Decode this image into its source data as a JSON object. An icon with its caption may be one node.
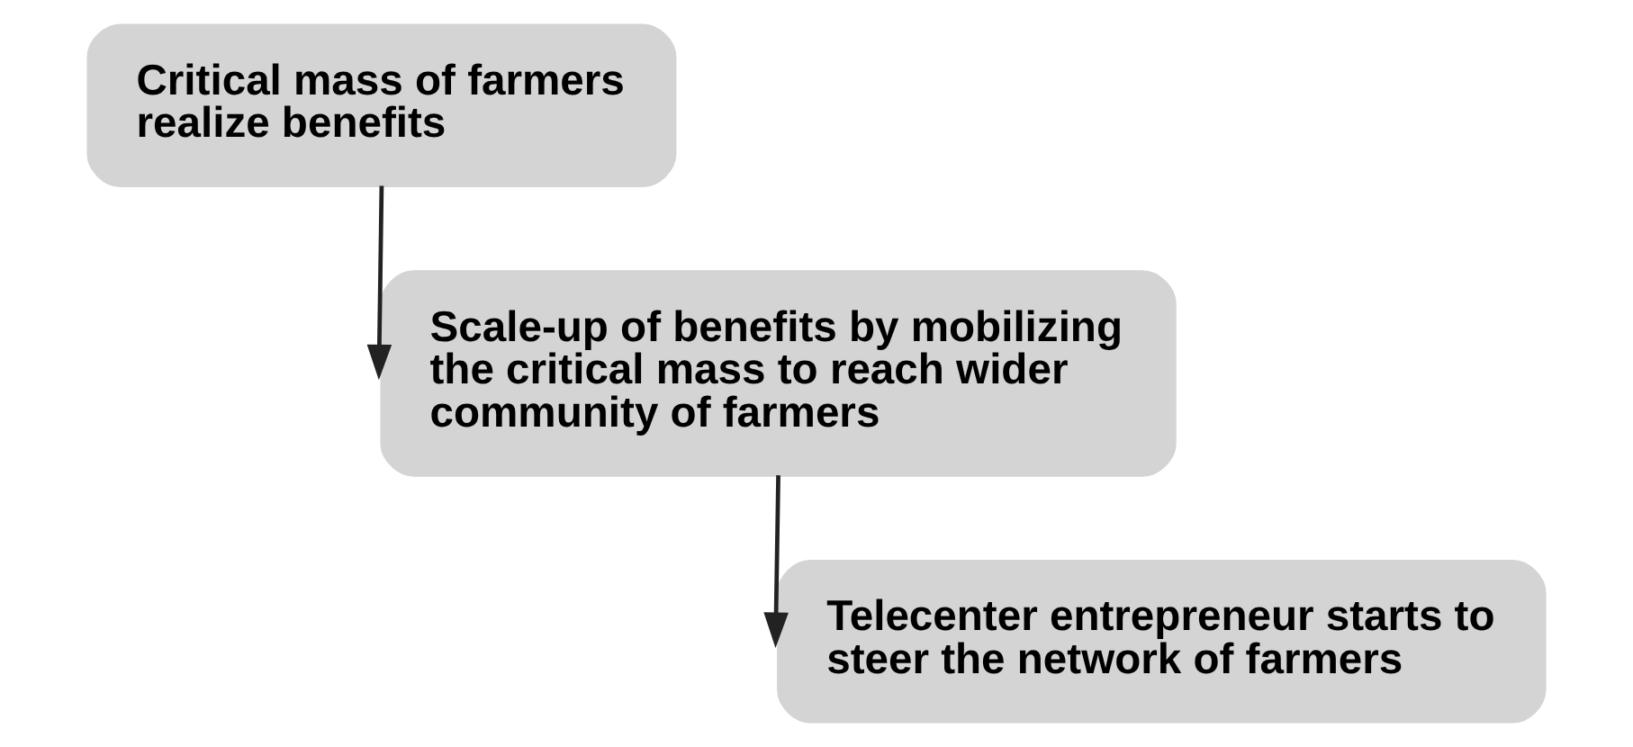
{
  "diagram": {
    "nodes": [
      {
        "text": [
          "Critical mass of farmers realize benefits"
        ]
      },
      {
        "text": [
          "Scale-up of benefits by mobilizing the critical mass to reach wider community of farmers"
        ]
      },
      {
        "text": [
          "Telecenter entrepreneur starts to steer the network of farmers"
        ]
      }
    ],
    "edges": [
      {
        "from": 0,
        "to": 1,
        "arrow": "to"
      },
      {
        "from": 1,
        "to": 2,
        "arrow": "to"
      }
    ]
  }
}
